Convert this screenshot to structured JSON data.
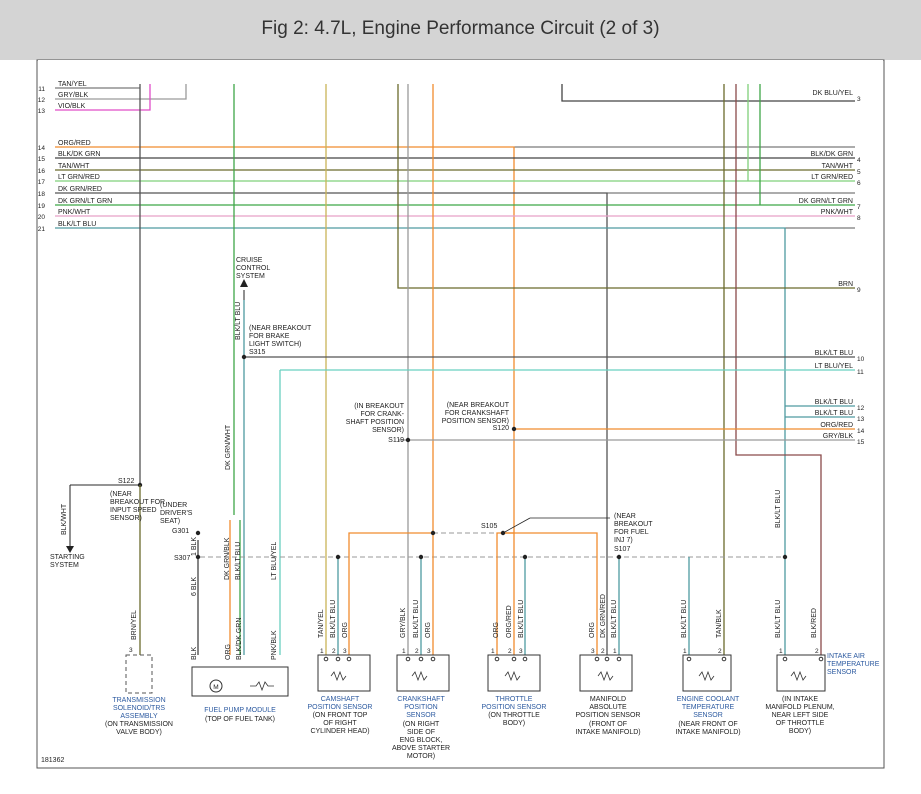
{
  "title": "Fig 2: 4.7L, Engine Performance Circuit (2 of 3)",
  "figure_id": "181362",
  "colors": {
    "orange": "#f08c2e",
    "green": "#3fa648",
    "lightgreen": "#7fd07a",
    "teal": "#4f9aa0",
    "olive": "#c9b458",
    "darkolive": "#6b6b2c",
    "brown": "#8a4a4a",
    "pink": "#e04dc8",
    "gray": "#9a9a9a",
    "darkgray": "#555555",
    "lightblue": "#69d0c0",
    "lightpink": "#e8a0c8",
    "blue": "#2c5aa0",
    "dark": "#444444"
  },
  "left_wires": [
    {
      "num": "11",
      "label": "TAN/YEL"
    },
    {
      "num": "12",
      "label": "GRY/BLK"
    },
    {
      "num": "13",
      "label": "VIO/BLK"
    },
    {
      "num": "14",
      "label": "ORG/RED"
    },
    {
      "num": "15",
      "label": "BLK/DK GRN"
    },
    {
      "num": "16",
      "label": "TAN/WHT"
    },
    {
      "num": "17",
      "label": "LT GRN/RED"
    },
    {
      "num": "18",
      "label": "DK GRN/RED"
    },
    {
      "num": "19",
      "label": "DK GRN/LT GRN"
    },
    {
      "num": "20",
      "label": "PNK/WHT"
    },
    {
      "num": "21",
      "label": "BLK/LT BLU"
    }
  ],
  "right_wires": [
    {
      "num": "3",
      "label": "DK BLU/YEL"
    },
    {
      "num": "4",
      "label": "BLK/DK GRN"
    },
    {
      "num": "5",
      "label": "TAN/WHT"
    },
    {
      "num": "6",
      "label": "LT GRN/RED"
    },
    {
      "num": "7",
      "label": "DK GRN/LT GRN"
    },
    {
      "num": "8",
      "label": "PNK/WHT"
    },
    {
      "num": "9",
      "label": "BRN"
    },
    {
      "num": "10",
      "label": "BLK/LT BLU"
    },
    {
      "num": "11",
      "label": "LT BLU/YEL"
    },
    {
      "num": "12",
      "label": "BLK/LT BLU"
    },
    {
      "num": "13",
      "label": "BLK/LT BLU"
    },
    {
      "num": "14",
      "label": "ORG/RED"
    },
    {
      "num": "15",
      "label": "GRY/BLK"
    }
  ],
  "splices": {
    "s315": {
      "id": "S315",
      "note": [
        "(NEAR BREAKOUT",
        "FOR BRAKE",
        "LIGHT SWITCH)"
      ]
    },
    "s119": {
      "id": "S119",
      "note": [
        "(IN BREAKOUT",
        "FOR CRANK-",
        "SHAFT POSITION",
        "SENSOR)"
      ]
    },
    "s120": {
      "id": "S120",
      "note": [
        "(NEAR BREAKOUT",
        "FOR CRANKSHAFT",
        "POSITION SENSOR)"
      ]
    },
    "s122": {
      "id": "S122",
      "note": [
        "(NEAR",
        "BREAKOUT FOR",
        "INPUT SPEED",
        "SENSOR)"
      ]
    },
    "s105": {
      "id": "S105"
    },
    "s107": {
      "id": "S107",
      "note": [
        "(NEAR",
        "BREAKOUT",
        "FOR FUEL",
        "INJ 7)"
      ]
    },
    "g301": {
      "id": "G301",
      "note": [
        "(UNDER",
        "DRIVER'S",
        "SEAT)"
      ]
    },
    "s307": {
      "id": "S307"
    }
  },
  "cruise": [
    "CRUISE",
    "CONTROL",
    "SYSTEM"
  ],
  "starting": [
    "STARTING",
    "SYSTEM"
  ],
  "vertical_labels": {
    "blk_wht": "BLK/WHT",
    "dk_grn_wht": "DK GRN/WHT",
    "blk_lt_blu_top": "BLK/LT BLU",
    "blk_lt_blu_iat_top": "BLK/LT BLU",
    "brn_yel": "BRN/YEL",
    "blk_6": "6 BLK",
    "blk_1": "1 BLK",
    "dk_grn_blk": "DK GRN/BLK",
    "blk_lt_blu_fp": "BLK/LT BLU",
    "lt_blu_yel": "LT BLU/YEL",
    "blk_fp": "BLK",
    "org_fp": "ORG",
    "blk_dk_grn_fp": "BLK/DK GRN",
    "pnk_blk": "PNK/BLK",
    "cmp_tan_yel": "TAN/YEL",
    "cmp_blk_lt_blu": "BLK/LT BLU",
    "cmp_org": "ORG",
    "ckp_gry_blk": "GRY/BLK",
    "ckp_blk_lt_blu": "BLK/LT BLU",
    "ckp_org": "ORG",
    "tps_org": "ORG",
    "tps_org_red": "ORG/RED",
    "tps_blk_lt_blu": "BLK/LT BLU",
    "map_org": "ORG",
    "map_dk_grn_red": "DK GRN/RED",
    "map_blk_lt_blu": "BLK/LT BLU",
    "ect_blk_lt_blu": "BLK/LT BLU",
    "ect_tan_blk": "TAN/BLK",
    "iat_blk_lt_blu": "BLK/LT BLU",
    "iat_blk_red": "BLK/RED"
  },
  "components": {
    "trans": {
      "name": [
        "TRANSMISSION",
        "SOLENOID/TRS",
        "ASSEMBLY"
      ],
      "loc": [
        "(ON TRANSMISSION",
        "VALVE BODY)"
      ],
      "pin": "3"
    },
    "fuelpump": {
      "name": [
        "FUEL PUMP MODULE"
      ],
      "loc": [
        "(TOP OF FUEL TANK)"
      ],
      "motor": "M"
    },
    "cmp": {
      "name": [
        "CAMSHAFT",
        "POSITION SENSOR"
      ],
      "loc": [
        "(ON FRONT TOP",
        "OF RIGHT",
        "CYLINDER HEAD)"
      ],
      "pins": [
        "1",
        "2",
        "3"
      ]
    },
    "ckp": {
      "name": [
        "CRANKSHAFT",
        "POSITION",
        "SENSOR"
      ],
      "loc": [
        "(ON RIGHT",
        "SIDE OF",
        "ENG BLOCK,",
        "ABOVE STARTER",
        "MOTOR)"
      ],
      "pins": [
        "1",
        "2",
        "3"
      ]
    },
    "tps": {
      "name": [
        "THROTTLE",
        "POSITION SENSOR"
      ],
      "loc": [
        "(ON THROTTLE",
        "BODY)"
      ],
      "pins": [
        "1",
        "2",
        "3"
      ]
    },
    "map": {
      "name": [
        "MANIFOLD",
        "ABSOLUTE",
        "POSITION SENSOR"
      ],
      "loc": [
        "(FRONT OF",
        "INTAKE MANIFOLD)"
      ],
      "pins": [
        "3",
        "2",
        "1"
      ]
    },
    "ect": {
      "name": [
        "ENGINE COOLANT",
        "TEMPERATURE",
        "SENSOR"
      ],
      "loc": [
        "(NEAR FRONT OF",
        "INTAKE MANIFOLD)"
      ],
      "pins": [
        "1",
        "2"
      ]
    },
    "iat": {
      "name": [
        "INTAKE AIR",
        "TEMPERATURE",
        "SENSOR"
      ],
      "loc": [
        "(IN INTAKE",
        "MANIFOLD PLENUM,",
        "NEAR LEFT SIDE",
        "OF THROTTLE",
        "BODY)"
      ],
      "pins": [
        "1",
        "2"
      ]
    }
  }
}
